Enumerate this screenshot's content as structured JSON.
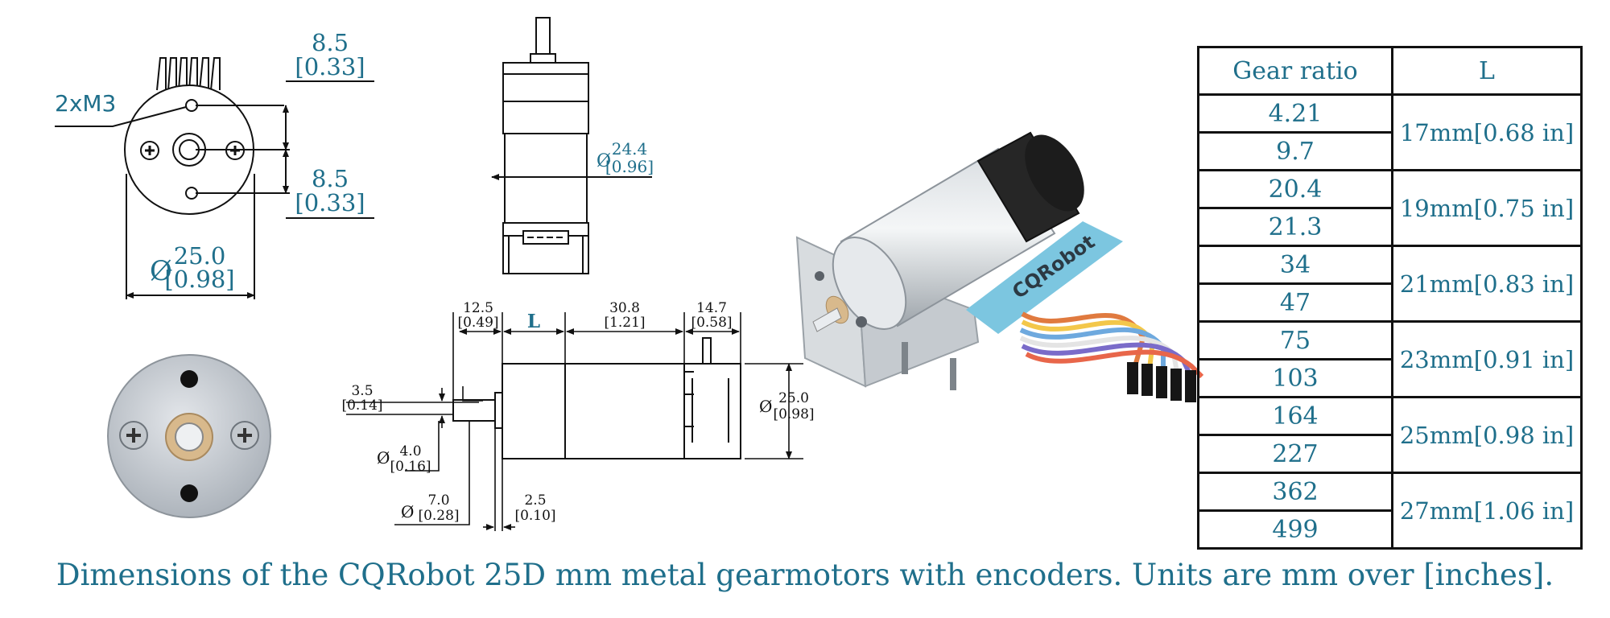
{
  "colors": {
    "accent": "#1f6f8b",
    "line": "#111111"
  },
  "front_view": {
    "mount_label": "2xM3",
    "top_offset": "8.5",
    "top_offset_in": "[0.33]",
    "bottom_offset": "8.5",
    "bottom_offset_in": "[0.33]",
    "diameter_symbol": "Ø",
    "diameter": "25.0",
    "diameter_in": "[0.98]"
  },
  "top_view": {
    "diameter_symbol": "Ø",
    "diameter": "24.4",
    "diameter_in": "[0.96]"
  },
  "side_view": {
    "shaft_len": "12.5",
    "shaft_len_in": "[0.49]",
    "gearbox_len_label": "L",
    "motor_len": "30.8",
    "motor_len_in": "[1.21]",
    "encoder_len": "14.7",
    "encoder_len_in": "[0.58]",
    "flat_depth": "3.5",
    "flat_depth_in": "[0.14]",
    "shaft_diameter_symbol": "Ø",
    "shaft_diameter": "4.0",
    "shaft_diameter_in": "[0.16]",
    "boss_diameter_symbol": "Ø",
    "boss_diameter": "7.0",
    "boss_diameter_in": "[0.28]",
    "boss_len": "2.5",
    "boss_len_in": "[0.10]",
    "body_diameter_symbol": "Ø",
    "body_diameter": "25.0",
    "body_diameter_in": "[0.98]"
  },
  "motor_photo": {
    "brand_text": "CQRobot"
  },
  "table": {
    "headers": [
      "Gear ratio",
      "L"
    ],
    "groups": [
      {
        "ratios": [
          "4.21",
          "9.7"
        ],
        "length": "17mm[0.68 in]"
      },
      {
        "ratios": [
          "20.4",
          "21.3"
        ],
        "length": "19mm[0.75 in]"
      },
      {
        "ratios": [
          "34",
          "47"
        ],
        "length": "21mm[0.83 in]"
      },
      {
        "ratios": [
          "75",
          "103"
        ],
        "length": "23mm[0.91 in]"
      },
      {
        "ratios": [
          "164",
          "227"
        ],
        "length": "25mm[0.98 in]"
      },
      {
        "ratios": [
          "362",
          "499"
        ],
        "length": "27mm[1.06 in]"
      }
    ]
  },
  "caption": "Dimensions of the CQRobot 25D mm metal gearmotors with encoders. Units are mm over [inches]."
}
